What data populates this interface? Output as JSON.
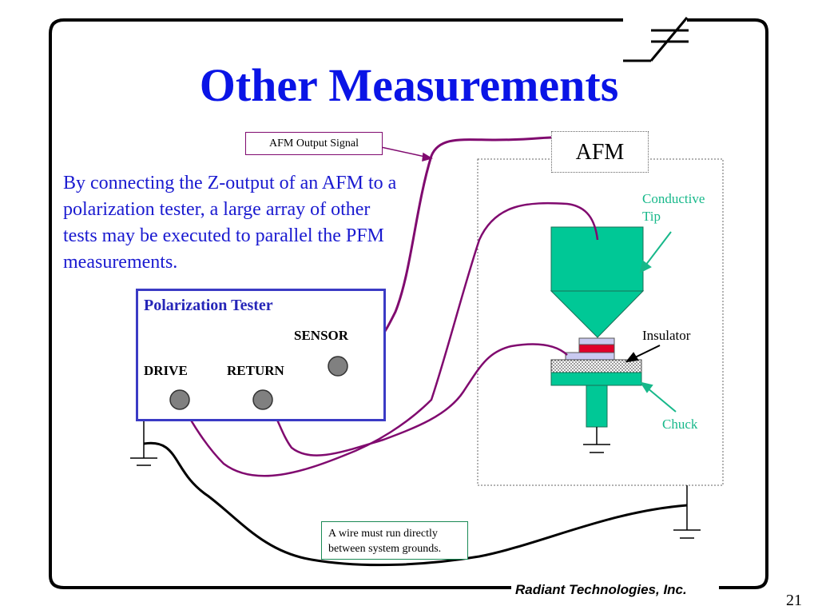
{
  "slide": {
    "title": "Other Measurements",
    "body": "By  connecting the Z-output of an AFM to a polarization tester, a large array of other tests may be executed to parallel the PFM measurements.",
    "page_number": "21",
    "company": "Radiant Technologies, Inc."
  },
  "diagram": {
    "afm_signal_label": "AFM Output Signal",
    "afm_label": "AFM",
    "tester": {
      "title": "Polarization Tester",
      "sensor": "SENSOR",
      "drive": "DRIVE",
      "return": "RETURN"
    },
    "conductive_tip": "Conductive Tip",
    "insulator": "Insulator",
    "chuck": "Chuck",
    "ground_note": "A wire must run directly between system grounds."
  },
  "colors": {
    "title": "#0a14e6",
    "body_text": "#1a1ad0",
    "wire": "#800a6f",
    "afm_part": "#00c896",
    "tester_border": "#3b3bc5"
  }
}
